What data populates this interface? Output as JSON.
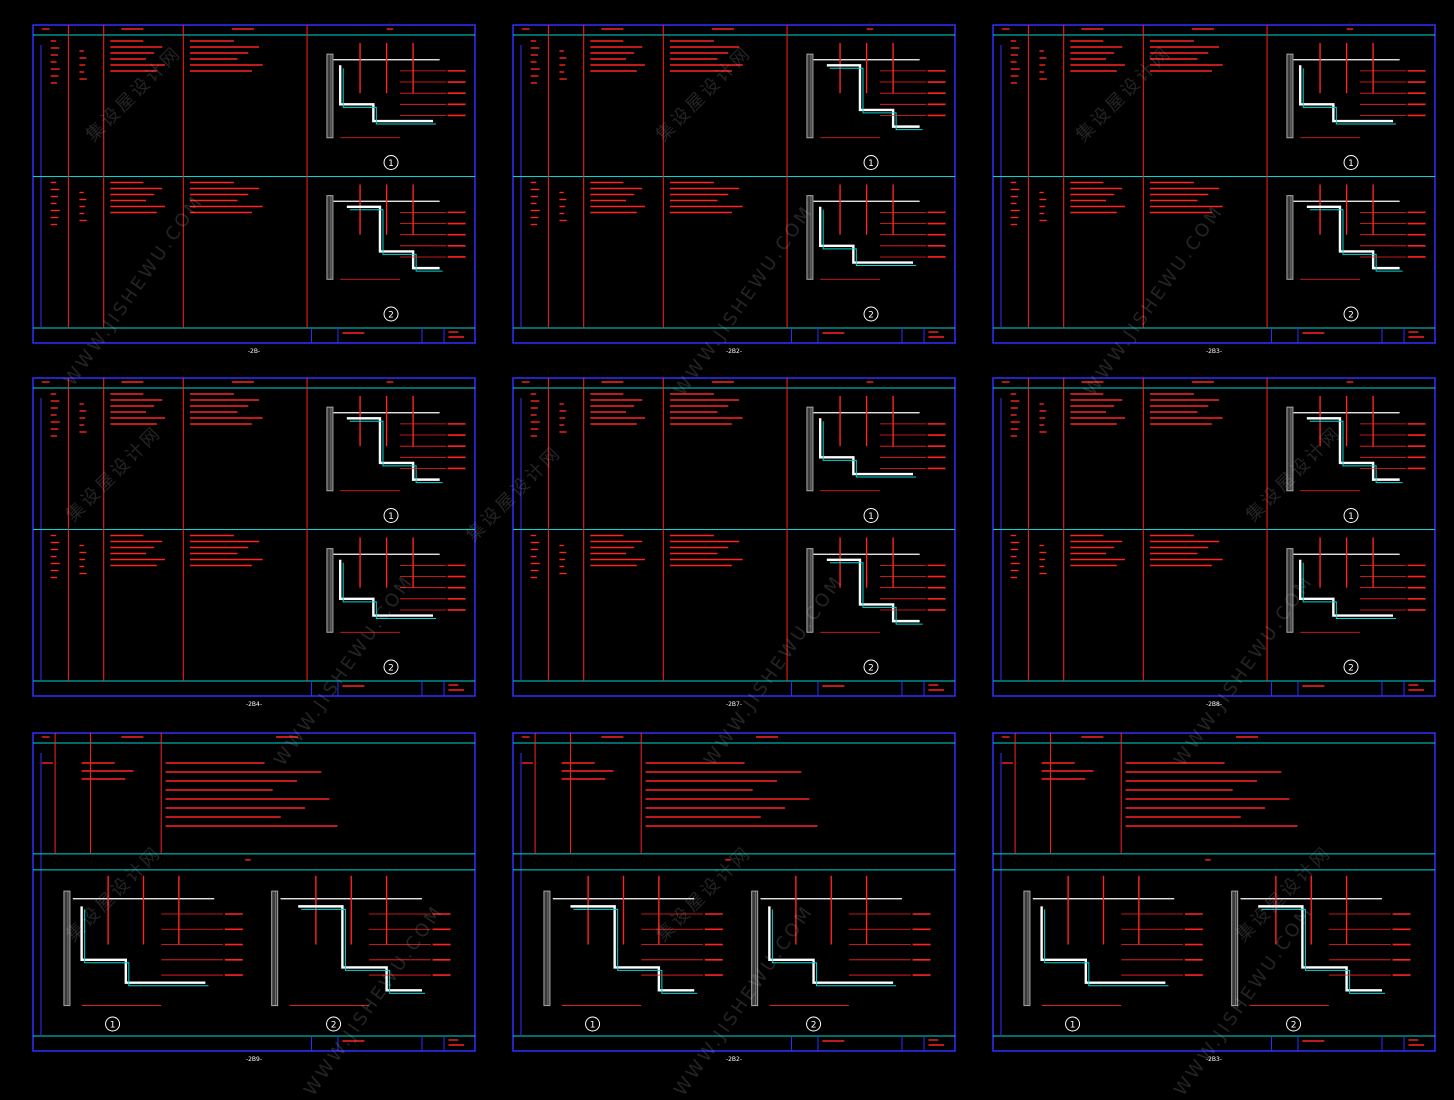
{
  "canvas": {
    "background": "#000000"
  },
  "colors": {
    "frame": "#2f2fff",
    "line": "#ff2222",
    "accent": "#00d6d6",
    "hatch": "#a8a8a8",
    "wall": "#ffffff"
  },
  "watermarks": [
    "集设屋设计网",
    "WWW.JISHEWU.COM"
  ],
  "sheets": [
    {
      "page_label": "-2B-",
      "layout": "two-row"
    },
    {
      "page_label": "-2B2-",
      "layout": "two-row"
    },
    {
      "page_label": "-2B3-",
      "layout": "two-row"
    },
    {
      "page_label": "-2B4-",
      "layout": "two-row"
    },
    {
      "page_label": "-2B7-",
      "layout": "two-row"
    },
    {
      "page_label": "-2B8-",
      "layout": "two-row"
    },
    {
      "page_label": "-2B9-",
      "layout": "single"
    },
    {
      "page_label": "-2B2-",
      "layout": "single"
    },
    {
      "page_label": "-2B3-",
      "layout": "single"
    }
  ],
  "detail_markers": [
    "1",
    "2"
  ]
}
